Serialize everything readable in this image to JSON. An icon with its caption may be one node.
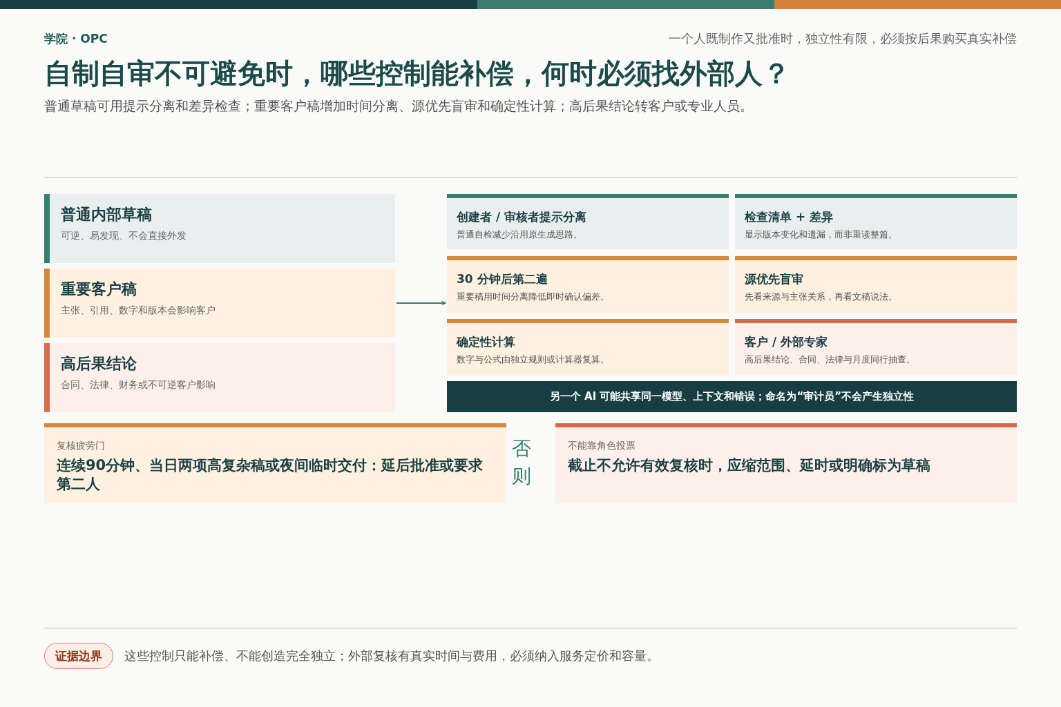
{
  "diagram": {
    "title": "自制自审不可避免时，哪些控制能补偿，何时必须找外部人？",
    "nodes": [
      {
        "text": [
          "普通内部草稿",
          "可逆、易发现、不会直接外发"
        ]
      },
      {
        "text": [
          "重要客户稿",
          "主张、引用、数字和版本会影响客户"
        ]
      },
      {
        "text": [
          "高后果结论",
          "合同、法律、财务或不可逆客户影响"
        ]
      },
      {
        "text": [
          "创建者 / 审核者提示分离",
          "普通自检减少沿用原生成思路。"
        ]
      },
      {
        "text": [
          "检查清单 + 差异",
          "显示版本变化和遗漏，而非重读整篇。"
        ]
      },
      {
        "text": [
          "30 分钟后第二遍",
          "重要稿用时间分离降低即时确认偏差。"
        ]
      },
      {
        "text": [
          "源优先盲审",
          "先看来源与主张关系，再看文稿说法。"
        ]
      },
      {
        "text": [
          "确定性计算",
          "数字与公式由独立规则或计算器复算。"
        ]
      },
      {
        "text": [
          "客户 / 外部专家",
          "高后果结论、合同、法律与月度同行抽查。"
        ]
      },
      {
        "text": [
          "另一个 AI 可能共享同一模型、上下文和错误；命名为“审计员”不会产生独立性"
        ]
      },
      {
        "text": [
          "复核疲劳门",
          "连续90分钟、当日两项高复杂稿或夜间临时交付：延后批准或要求第二人"
        ]
      },
      {
        "text": [
          "不能靠角色投票",
          "截止不允许有效复核时，应缩范围、延时或明确标为草稿"
        ]
      },
      {
        "text": [
          "证据边界"
        ]
      }
    ],
    "edges": [
      {
        "from": 1,
        "to": 5,
        "arrow": "to"
      }
    ],
    "labels": [
      "学院 · OPC",
      "一个人既制作又批准时，独立性有限，必须按后果购买真实补偿",
      "普通草稿可用提示分离和差异检查；重要客户稿增加时间分离、源优先盲审和确定性计算；高后果结论转客户或专业人员。",
      "否则",
      "这些控制只能补偿、不能创造完全独立；外部复核有真实时间与费用，必须纳入服务定价和容量。"
    ]
  }
}
